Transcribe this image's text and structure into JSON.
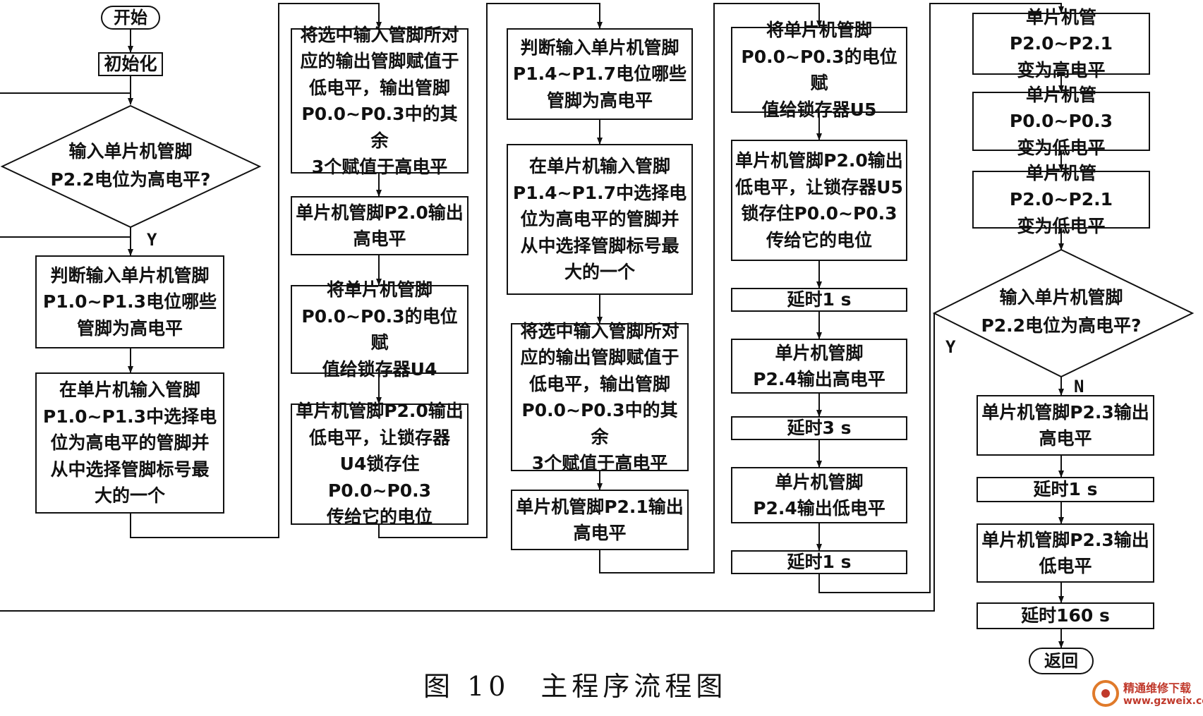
{
  "diagram": {
    "caption": "图 10　主程序流程图",
    "colors": {
      "line": "#111111",
      "background": "#ffffff",
      "watermark": "#c0392b"
    },
    "watermark": {
      "name": "精通维修下载",
      "url": "www.gzweix.com"
    },
    "col1": {
      "start": "开始",
      "init": "初始化",
      "decision": "输入单片机管脚\nP2.2电位为高电平?",
      "yes_label": "Y",
      "judge": "判断输入单片机管脚\nP1.0~P1.3电位哪些\n管脚为高电平",
      "select": "在单片机输入管脚\nP1.0~P1.3中选择电\n位为高电平的管脚并\n从中选择管脚标号最\n大的一个"
    },
    "col2": {
      "assign": "将选中输入管脚所对\n应的输出管脚赋值于\n低电平，输出管脚\nP0.0~P0.3中的其余\n3个赋值于高电平",
      "p20_high": "单片机管脚P2.0输出\n高电平",
      "to_u4": "将单片机管脚\nP0.0~P0.3的电位赋\n值给锁存器U4",
      "p20_low": "单片机管脚P2.0输出\n低电平，让锁存器\nU4锁存住P0.0~P0.3\n传给它的电位"
    },
    "col3": {
      "judge": "判断输入单片机管脚\nP1.4~P1.7电位哪些\n管脚为高电平",
      "select": "在单片机输入管脚\nP1.4~P1.7中选择电\n位为高电平的管脚并\n从中选择管脚标号最\n大的一个",
      "assign": "将选中输入管脚所对\n应的输出管脚赋值于\n低电平，输出管脚\nP0.0~P0.3中的其余\n3个赋值于高电平",
      "p21_high": "单片机管脚P2.1输出\n高电平"
    },
    "col4": {
      "to_u5": "将单片机管脚\nP0.0~P0.3的电位赋\n值给锁存器U5",
      "p20_low": "单片机管脚P2.0输出\n低电平，让锁存器U5\n锁存住P0.0~P0.3\n传给它的电位",
      "delay1": "延时1 s",
      "p24_high": "单片机管脚\nP2.4输出高电平",
      "delay3": "延时3 s",
      "p24_low": "单片机管脚\nP2.4输出低电平",
      "delay1b": "延时1 s"
    },
    "col5": {
      "p2_high": "单片机管P2.0~P2.1\n变为高电平",
      "p0_low": "单片机管P0.0~P0.3\n变为低电平",
      "p2_low": "单片机管P2.0~P2.1\n变为低电平",
      "decision": "输入单片机管脚\nP2.2电位为高电平?",
      "yes_label": "Y",
      "no_label": "N",
      "p23_high": "单片机管脚P2.3输出\n高电平",
      "delay1": "延时1 s",
      "p23_low": "单片机管脚P2.3输出\n低电平",
      "delay160": "延时160 s",
      "return": "返回"
    }
  }
}
